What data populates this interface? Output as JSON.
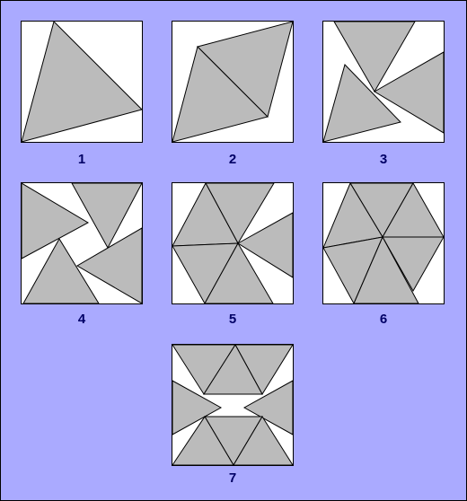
{
  "colors": {
    "background": "#aaaaff",
    "tile": "#ffffff",
    "triangle": "#bbbbbb",
    "label": "#000066"
  },
  "figures": [
    {
      "label": "1"
    },
    {
      "label": "2"
    },
    {
      "label": "3"
    },
    {
      "label": "4"
    },
    {
      "label": "5"
    },
    {
      "label": "6"
    },
    {
      "label": "7"
    }
  ]
}
